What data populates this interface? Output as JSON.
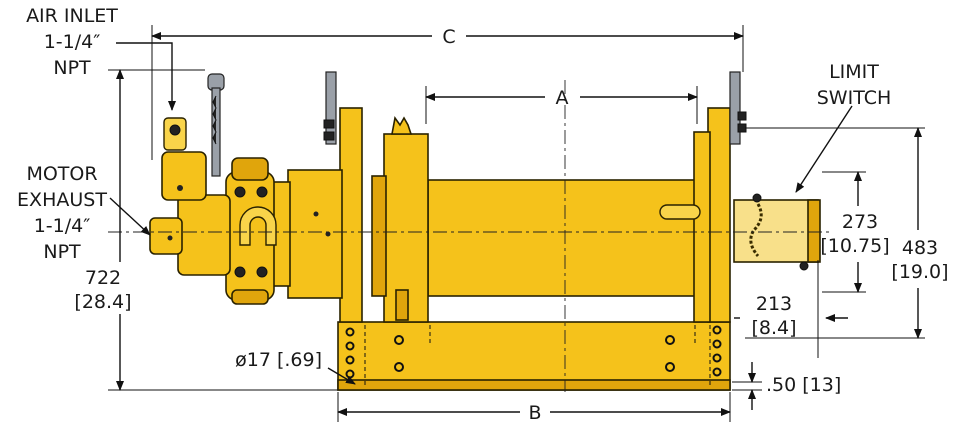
{
  "labels": {
    "air_inlet": [
      "AIR INLET",
      "1-1/4″",
      "NPT"
    ],
    "motor_exhaust": [
      "MOTOR",
      "EXHAUST",
      "1-1/4″",
      "NPT"
    ],
    "limit_switch": [
      "LIMIT",
      "SWITCH"
    ]
  },
  "dimensions": {
    "a": "A",
    "b": "B",
    "c": "C",
    "height_total": [
      "722",
      "[28.4]"
    ],
    "drum_flange": [
      "483",
      "[19.0]"
    ],
    "switch_height": [
      "273",
      "[10.75]"
    ],
    "switch_offset": [
      "213",
      "[8.4]"
    ],
    "base_thickness": ".50 [13]",
    "bolt_hole": "ø17 [.69]"
  },
  "colors": {
    "winch_body": "#f5c21b",
    "winch_shadow": "#e0a50c",
    "limit_switch_box": "#f8e08a"
  }
}
